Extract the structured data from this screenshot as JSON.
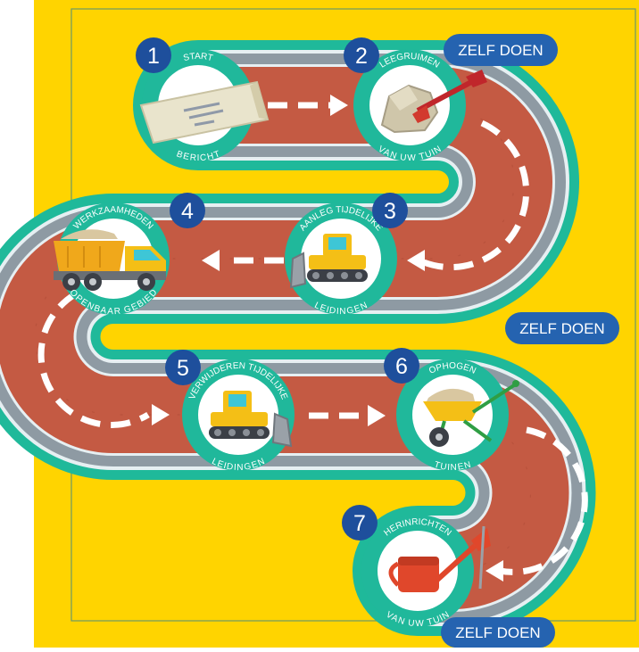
{
  "steps": [
    {
      "number": "1",
      "top_text": "START",
      "bottom_text": "BERICHT",
      "icon": "envelope-icon"
    },
    {
      "number": "2",
      "top_text": "LEEGRUIMEN",
      "bottom_text": "VAN UW TUIN",
      "icon": "rock-and-shovel-icon"
    },
    {
      "number": "3",
      "top_text": "AANLEG TIJDELIJKE",
      "bottom_text": "LEIDINGEN",
      "icon": "bulldozer-icon"
    },
    {
      "number": "4",
      "top_text": "WERKZAAMHEDEN",
      "bottom_text": "OPENBAAR GEBIED",
      "icon": "dump-truck-icon"
    },
    {
      "number": "5",
      "top_text": "VERWIJDEREN TIJDELIJKE",
      "bottom_text": "LEIDINGEN",
      "icon": "bulldozer-icon"
    },
    {
      "number": "6",
      "top_text": "OPHOGEN",
      "bottom_text": "TUINEN",
      "icon": "wheelbarrow-icon"
    },
    {
      "number": "7",
      "top_text": "HERINRICHTEN",
      "bottom_text": "VAN UW TUIN",
      "icon": "watering-can-icon"
    }
  ],
  "badges": [
    {
      "label": "ZELF DOEN"
    },
    {
      "label": "ZELF DOEN"
    },
    {
      "label": "ZELF DOEN"
    }
  ],
  "colors": {
    "background": "#ffd400",
    "road_border": "#1fb99a",
    "road_curb": "#8e9aa3",
    "road_surface": "#c45a43",
    "circle_ring": "#20b89b",
    "number_badge": "#1e4f9c",
    "zelf_doen_badge": "#2563b0",
    "arrow": "#ffffff"
  }
}
